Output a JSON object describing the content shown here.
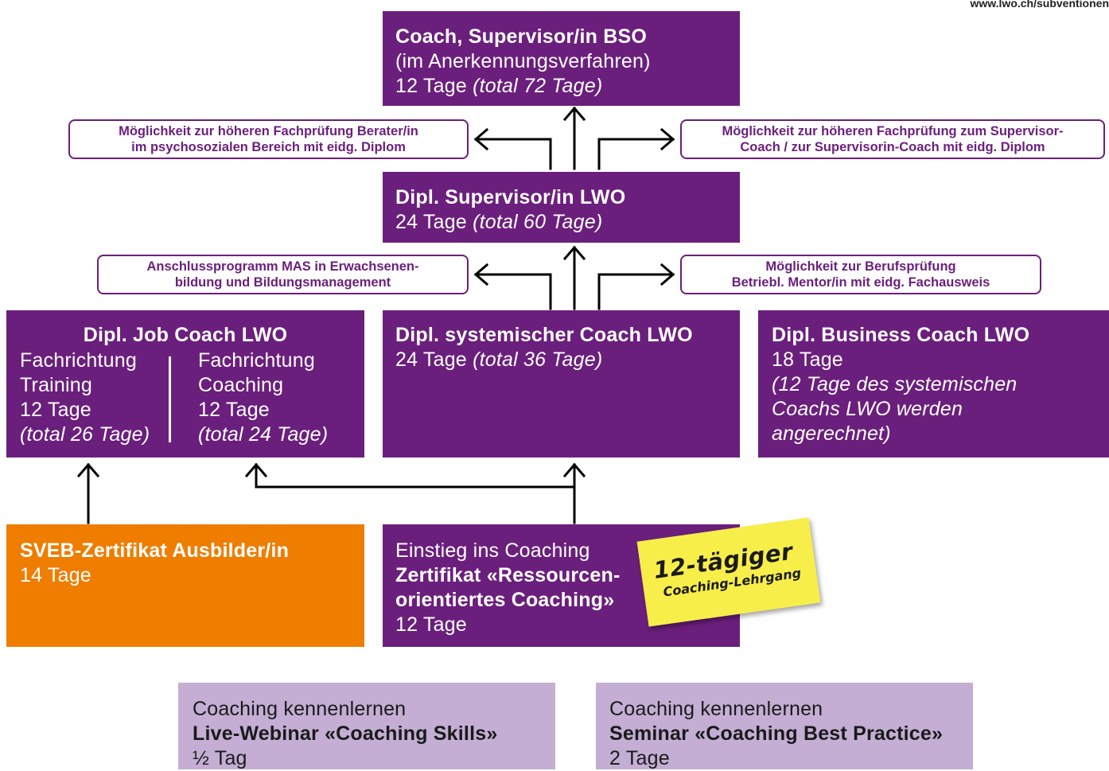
{
  "header": {
    "url": "www.lwo.ch/subventionen"
  },
  "colors": {
    "purple": "#6b1f7c",
    "orange": "#ef7d00",
    "lilac": "#c4aed4",
    "sticky_yellow": "#f7ee4a"
  },
  "boxes": {
    "bso": {
      "title": "Coach, Supervisor/in BSO",
      "sub": "(im Anerkennungsverfahren)",
      "days": "12 Tage",
      "total": "(total 72 Tage)"
    },
    "supervisor": {
      "title": "Dipl. Supervisor/in LWO",
      "days": "24 Tage",
      "total": "(total 60 Tage)"
    },
    "job_coach": {
      "title": "Dipl. Job Coach LWO",
      "left": {
        "line1": "Fachrichtung",
        "line2": "Training",
        "days": "12 Tage",
        "total": "(total 26 Tage)"
      },
      "right": {
        "line1": "Fachrichtung",
        "line2": "Coaching",
        "days": "12 Tage",
        "total": "(total 24 Tage)"
      }
    },
    "systemic": {
      "title": "Dipl. systemischer Coach LWO",
      "days": "24 Tage",
      "total": "(total 36 Tage)"
    },
    "business": {
      "title": "Dipl. Business Coach LWO",
      "days": "18 Tage",
      "note1": "(12 Tage des systemischen",
      "note2": "Coachs LWO werden",
      "note3": "angerechnet)"
    },
    "sveb": {
      "title": "SVEB-Zertifikat Ausbilder/in",
      "days": "14 Tage"
    },
    "einstieg": {
      "intro": "Einstieg ins Coaching",
      "title1": "Zertifikat «Ressourcen-",
      "title2": "orientiertes Coaching»",
      "days": "12 Tage"
    },
    "webinar": {
      "intro": "Coaching kennenlernen",
      "title": "Live-Webinar «Coaching Skills»",
      "days": "½ Tag"
    },
    "seminar": {
      "intro": "Coaching kennenlernen",
      "title": "Seminar «Coaching Best Practice»",
      "days": "2 Tage"
    }
  },
  "notes": {
    "berater": {
      "line1": "Möglichkeit zur höheren Fachprüfung Berater/in",
      "line2": "im psychosozialen Bereich mit eidg. Diplom"
    },
    "supervisor_coach": {
      "line1": "Möglichkeit zur höheren Fachprüfung zum Supervisor-",
      "line2": "Coach / zur Supervisorin-Coach mit eidg. Diplom"
    },
    "mas": {
      "line1": "Anschlussprogramm MAS in Erwachsenen-",
      "line2": "bildung und Bildungsmanagement"
    },
    "mentor": {
      "line1": "Möglichkeit zur Berufsprüfung",
      "line2": "Betriebl. Mentor/in mit eidg. Fachausweis"
    }
  },
  "sticky": {
    "big": "12-tägiger",
    "small": "Coaching-Lehrgang"
  }
}
